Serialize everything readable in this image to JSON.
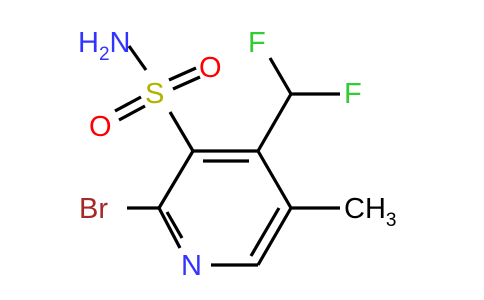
{
  "molecule": {
    "atoms": {
      "nh2": {
        "main": "H",
        "sub": "2",
        "tail": "N"
      },
      "s": "S",
      "o_top": "O",
      "o_left": "O",
      "f1": "F",
      "f2": "F",
      "br": "Br",
      "n": "N",
      "ch3": {
        "main": "CH",
        "sub": "3"
      }
    },
    "colors": {
      "bond": "#000000",
      "nitrogen": "#3333ff",
      "sulfur": "#b2b200",
      "oxygen": "#ff0000",
      "fluorine": "#33cc33",
      "bromine": "#a62929",
      "carbon": "#000000"
    }
  }
}
